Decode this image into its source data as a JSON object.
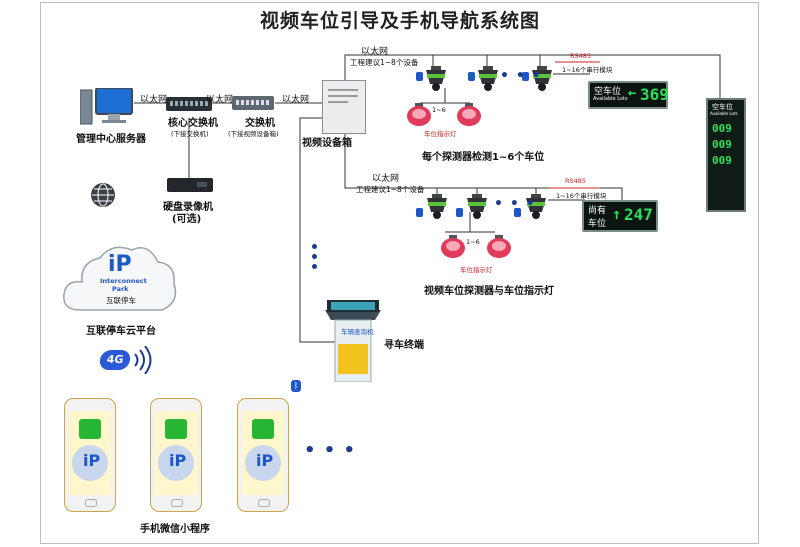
{
  "title": "视频车位引导及手机导航系统图",
  "labels": {
    "ethernet": "以太网",
    "management_server": "管理中心服务器",
    "core_switch": "核心交换机",
    "core_switch_note": "(下接交换机)",
    "switch": "交换机",
    "switch_note": "(下接视频设备箱)",
    "video_box": "视频设备箱",
    "dvr_line1": "硬盘录像机",
    "dvr_line2": "(可选)",
    "cloud_brand_line1": "Interconnect",
    "cloud_brand_line2": "Park",
    "cloud_brand_cn": "互联停车",
    "cloud_platform": "互联停车云平台",
    "network_4g": "4G",
    "wechat_mini": "手机微信小程序",
    "terminal": "寻车终端",
    "terminal_header": "车辆查询机",
    "rs485": "RS485",
    "engineering_note": "工程建议1~8个设备",
    "module_note": "1~16个串行模块",
    "detector_note": "每个探测器检测1~6个车位",
    "detector_light_note": "视频车位探测器与车位指示灯",
    "range_1_6": "1~6",
    "indicator_light": "车位指示灯"
  },
  "signs": {
    "sign1_text_line1": "空车位",
    "sign1_text_line2": "Available Lots",
    "sign1_arrow": "←",
    "sign1_number": "369",
    "sign2_text_line1": "尚有",
    "sign2_text_line2": "车位",
    "sign2_arrow": "↑",
    "sign2_number": "247",
    "tower_header_line1": "空车位",
    "tower_header_line2": "Available Lots",
    "tower_row1": "009",
    "tower_row2": "009",
    "tower_row3": "009"
  },
  "icons": {
    "bluetooth": "bluetooth-icon",
    "globe": "globe-icon",
    "wifi": "wireless-signal-icon",
    "wechat": "wechat-icon"
  },
  "colors": {
    "line": "#333333",
    "accent_blue": "#1d3c8f",
    "led_green": "#29e05a",
    "rs485_red": "#cc2222",
    "detector_green": "#5cc43c",
    "indicator_red": "#e23a5a"
  }
}
